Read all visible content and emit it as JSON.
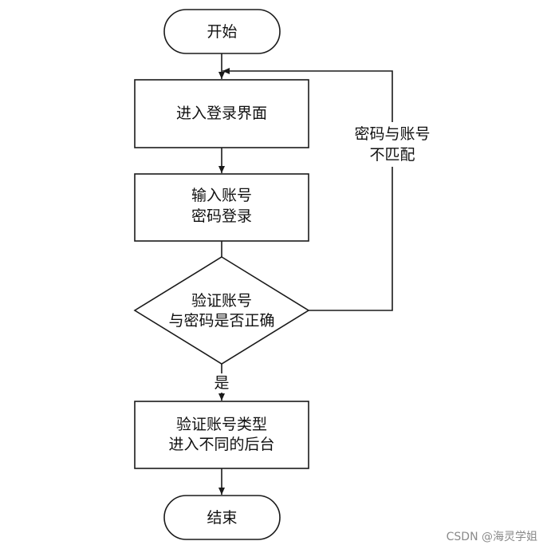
{
  "flowchart": {
    "start": "开始",
    "step_login_page": "进入登录界面",
    "step_input_line1": "输入账号",
    "step_input_line2": "密码登录",
    "decision_line1": "验证账号",
    "decision_line2": "与密码是否正确",
    "yes_label": "是",
    "loop_label_line1": "密码与账号",
    "loop_label_line2": "不匹配",
    "step_verify_line1": "验证账号类型",
    "step_verify_line2": "进入不同的后台",
    "end": "结束"
  },
  "watermark": "CSDN @海灵学姐",
  "colors": {
    "stroke": "#1a1a1a",
    "text": "#111111",
    "background": "#ffffff",
    "watermark": "#8a8a8a"
  }
}
